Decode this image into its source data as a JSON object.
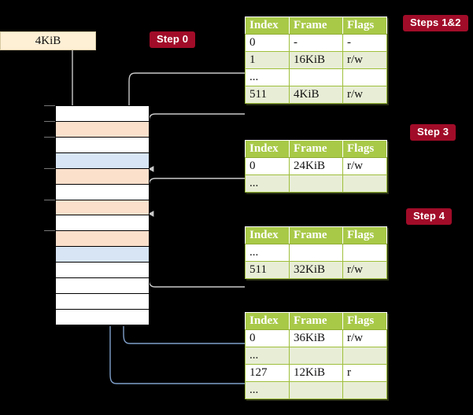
{
  "diagram": {
    "title_hidden": "",
    "source_box": {
      "label": "4KiB"
    },
    "badges": [
      {
        "name": "step-0",
        "label": "Step 0"
      },
      {
        "name": "steps-1-2",
        "label": "Steps 1&2"
      },
      {
        "name": "step-3",
        "label": "Step 3"
      },
      {
        "name": "step-4",
        "label": "Step 4"
      }
    ],
    "columns": {
      "index": "Index",
      "frame": "Frame",
      "flags": "Flags"
    },
    "tables": [
      {
        "name": "page-table-level-1",
        "rows": [
          {
            "index": "0",
            "frame": "-",
            "flags": "-",
            "highlight": false
          },
          {
            "index": "1",
            "frame": "16KiB",
            "flags": "r/w",
            "highlight": false
          },
          {
            "index": "...",
            "frame": "",
            "flags": "",
            "highlight": false
          },
          {
            "index": "511",
            "frame": "4KiB",
            "flags": "r/w",
            "highlight": true
          }
        ]
      },
      {
        "name": "page-table-level-2",
        "rows": [
          {
            "index": "0",
            "frame": "24KiB",
            "flags": "r/w",
            "highlight": false
          },
          {
            "index": "...",
            "frame": "",
            "flags": "",
            "highlight": false
          }
        ]
      },
      {
        "name": "page-table-level-3",
        "rows": [
          {
            "index": "...",
            "frame": "",
            "flags": "",
            "highlight": false
          },
          {
            "index": "511",
            "frame": "32KiB",
            "flags": "r/w",
            "highlight": false
          }
        ]
      },
      {
        "name": "page-table-level-4",
        "rows": [
          {
            "index": "0",
            "frame": "36KiB",
            "flags": "r/w",
            "highlight": false
          },
          {
            "index": "...",
            "frame": "",
            "flags": "",
            "highlight": false
          },
          {
            "index": "127",
            "frame": "12KiB",
            "flags": "r",
            "highlight": false
          },
          {
            "index": "...",
            "frame": "",
            "flags": "",
            "highlight": false
          }
        ]
      }
    ],
    "memory_column": {
      "name": "physical-memory-column",
      "rows": [
        {
          "fill": "white",
          "tick": true
        },
        {
          "fill": "peach",
          "tick": true
        },
        {
          "fill": "white",
          "tick": true
        },
        {
          "fill": "blue",
          "tick": false
        },
        {
          "fill": "peach",
          "tick": true
        },
        {
          "fill": "white",
          "tick": false
        },
        {
          "fill": "peach",
          "tick": true
        },
        {
          "fill": "white",
          "tick": false
        },
        {
          "fill": "peach",
          "tick": true
        },
        {
          "fill": "blue",
          "tick": false
        },
        {
          "fill": "white",
          "tick": false
        },
        {
          "fill": "white",
          "tick": false
        },
        {
          "fill": "white",
          "tick": false
        },
        {
          "fill": "white",
          "tick": false
        }
      ]
    },
    "colors": {
      "badge": "#a10c28",
      "table_header": "#a8c948",
      "table_stripe": "#e8eed6",
      "highlight": "#fbf59a",
      "frame_peach": "#fbe0cc",
      "frame_blue": "#d7e5f5",
      "source_box": "#fdf0d5",
      "lookup_arrow": "#b0b0b0",
      "return_arrow": "#6a8cc0",
      "background": "#000000"
    }
  }
}
